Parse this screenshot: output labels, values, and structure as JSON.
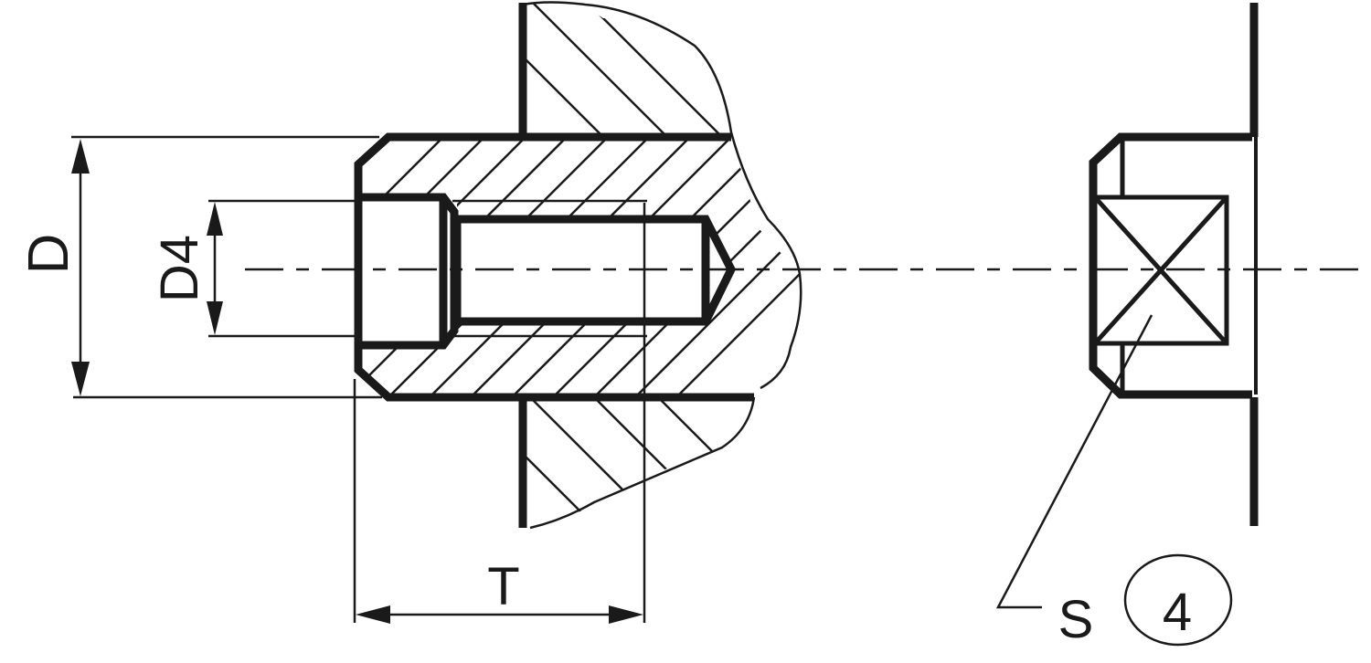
{
  "diagram": {
    "type": "technical-drawing",
    "subject": "threaded insert / socket set screw in section with end view",
    "labels": {
      "outer_diameter": "D",
      "thread_diameter": "D4",
      "length": "T",
      "socket_size": "S",
      "callout_number": "4"
    },
    "colors": {
      "line": "#1a1a1a",
      "background": "#ffffff"
    }
  }
}
